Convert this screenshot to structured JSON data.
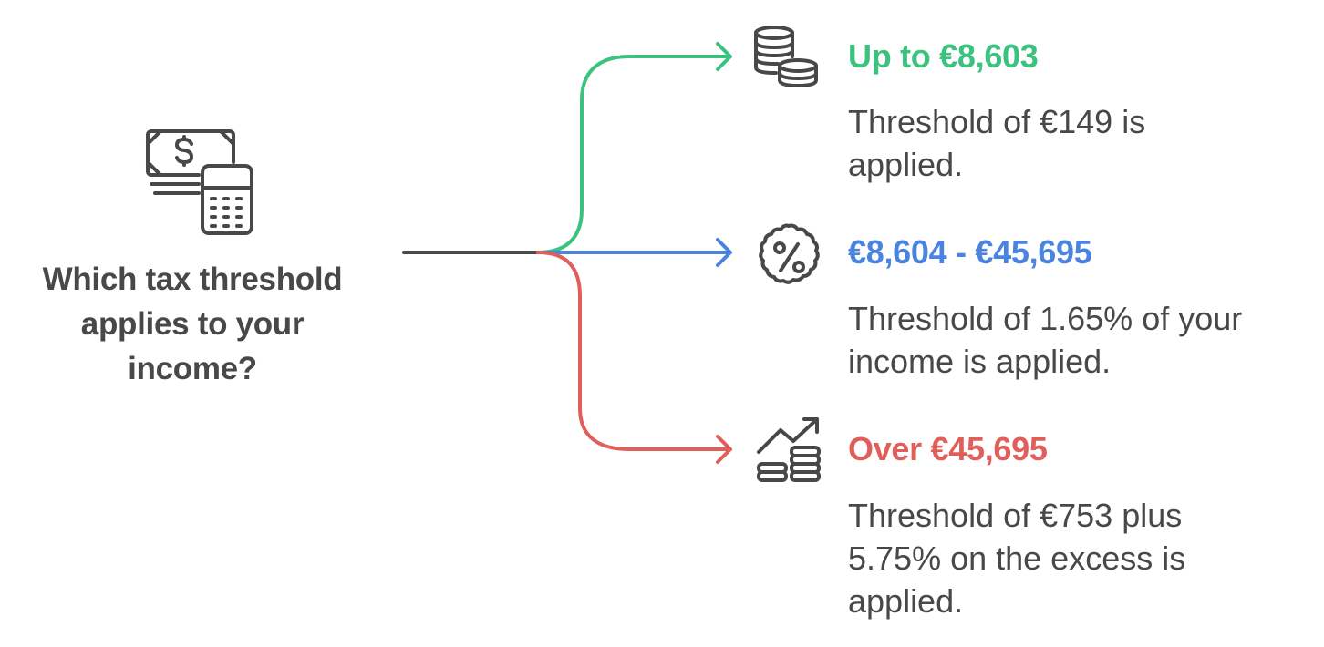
{
  "question": {
    "text": "Which tax threshold applies to your income?",
    "icon": "money-calculator-icon"
  },
  "colors": {
    "text": "#484848",
    "trunk": "#484848",
    "green": "#3cc27f",
    "blue": "#4a84e0",
    "red": "#e05f5a"
  },
  "branches": [
    {
      "title": "Up to €8,603",
      "description": "Threshold of €149 is applied.",
      "icon": "coin-stack-icon",
      "color": "#3cc27f"
    },
    {
      "title": "€8,604 - €45,695",
      "description": "Threshold of 1.65% of your income is applied.",
      "icon": "percent-badge-icon",
      "color": "#4a84e0"
    },
    {
      "title": "Over €45,695",
      "description": "Threshold of €753 plus 5.75% on the excess is applied.",
      "icon": "growth-coins-icon",
      "color": "#e05f5a"
    }
  ]
}
